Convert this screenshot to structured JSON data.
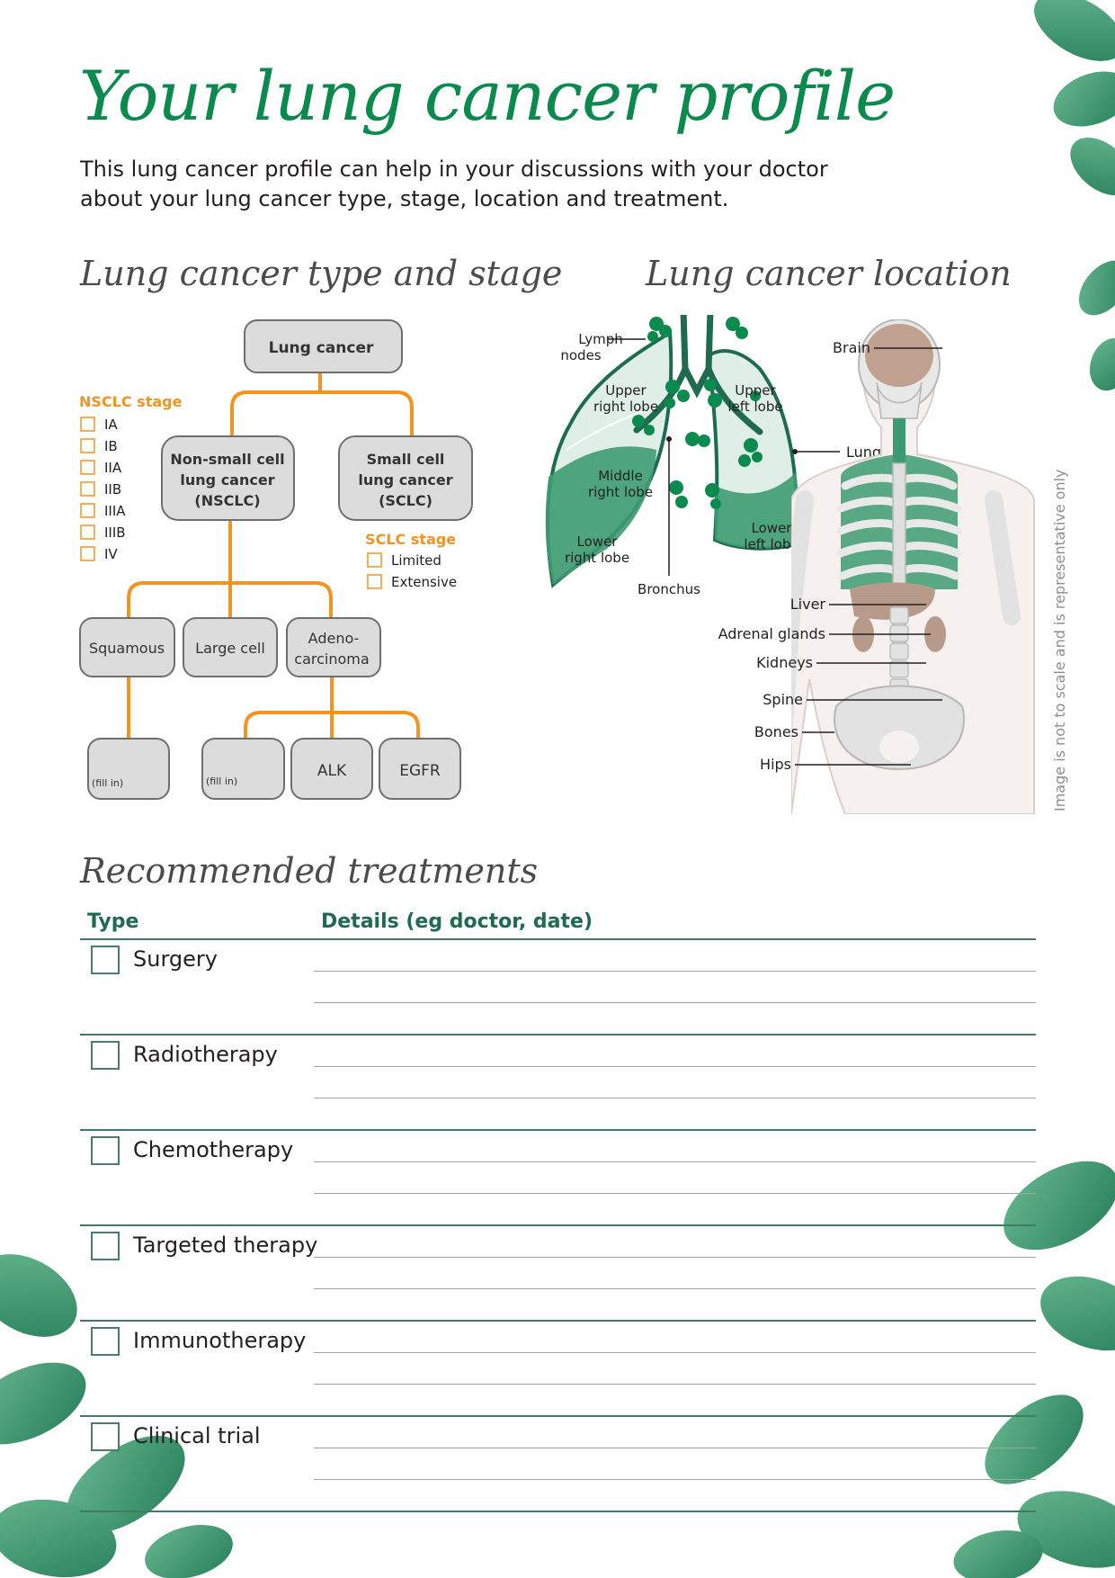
{
  "title": "Your lung cancer profile",
  "intro": "This lung cancer profile can help in your discussions with your doctor about your lung cancer type, stage, location and treatment.",
  "type_stage": {
    "heading": "Lung cancer type and stage",
    "root": "Lung cancer",
    "nsclc_line1": "Non-small cell",
    "nsclc_line2": "lung cancer",
    "nsclc_line3": "(NSCLC)",
    "sclc_line1": "Small cell",
    "sclc_line2": "lung cancer",
    "sclc_line3": "(SCLC)",
    "squamous": "Squamous",
    "large_cell": "Large cell",
    "adeno_line1": "Adeno-",
    "adeno_line2": "carcinoma",
    "fill_in_1": "(fill in)",
    "fill_in_2": "(fill in)",
    "alk": "ALK",
    "egfr": "EGFR",
    "nsclc_stage_title": "NSCLC stage",
    "nsclc_stages": [
      "IA",
      "IB",
      "IIA",
      "IIB",
      "IIIA",
      "IIIB",
      "IV"
    ],
    "sclc_stage_title": "SCLC stage",
    "sclc_stages": [
      "Limited",
      "Extensive"
    ]
  },
  "location": {
    "heading": "Lung cancer location",
    "lymph_1": "Lymph",
    "lymph_2": "nodes",
    "upper_right_1": "Upper",
    "upper_right_2": "right lobe",
    "upper_left_1": "Upper",
    "upper_left_2": "left lobe",
    "middle_right_1": "Middle",
    "middle_right_2": "right lobe",
    "lower_right_1": "Lower",
    "lower_right_2": "right lobe",
    "lower_left_1": "Lower",
    "lower_left_2": "left lobe",
    "bronchus": "Bronchus",
    "lungs": "Lungs",
    "brain": "Brain",
    "liver": "Liver",
    "adrenal": "Adrenal glands",
    "kidneys": "Kidneys",
    "spine": "Spine",
    "bones": "Bones",
    "hips": "Hips",
    "note": "Image is not to scale and is representative only"
  },
  "treatments": {
    "heading": "Recommended treatments",
    "col_type": "Type",
    "col_details": "Details (eg doctor, date)",
    "items": [
      "Surgery",
      "Radiotherapy",
      "Chemotherapy",
      "Targeted therapy",
      "Immunotherapy",
      "Clinical trial"
    ]
  },
  "colors": {
    "brand_green": "#0b8a4e",
    "orange": "#f39322",
    "table_green": "#1e6b4f"
  }
}
